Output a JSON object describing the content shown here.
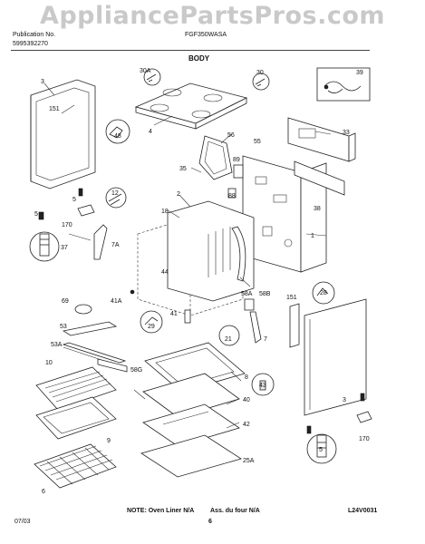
{
  "header": {
    "publication_no": "Publication No.",
    "model": "FGF350WASA",
    "publication_code": "5995392270",
    "section": "BODY"
  },
  "watermark": "AppliancePartsPros.com",
  "callouts": [
    "3",
    "151",
    "30A",
    "48",
    "4",
    "30",
    "39",
    "33",
    "55",
    "56",
    "35",
    "89",
    "2",
    "88",
    "5",
    "12",
    "18",
    "1",
    "170",
    "5",
    "37",
    "7A",
    "38",
    "44",
    "58A",
    "58B",
    "151",
    "28",
    "41A",
    "69",
    "41",
    "29",
    "21",
    "7",
    "53",
    "53A",
    "58G",
    "10",
    "8",
    "43",
    "40",
    "3",
    "9",
    "42",
    "25A",
    "5",
    "170",
    "6"
  ],
  "footer": {
    "note": "NOTE: Oven Liner N/A",
    "note_fr": "Ass. du four N/A",
    "drawing_code": "L24V0031",
    "date": "07/03",
    "page_number": "6"
  }
}
